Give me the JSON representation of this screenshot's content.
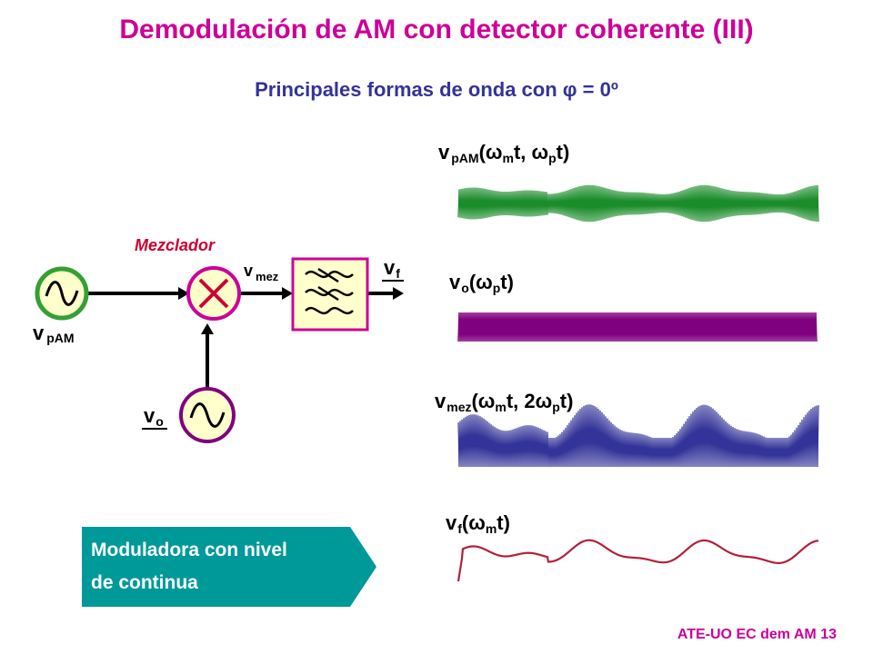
{
  "title": "Demodulación de AM con detector coherente (III)",
  "subtitle": {
    "prefix": "Principales formas de onda con ",
    "phi": "φ",
    "suffix": " = 0º"
  },
  "diagram": {
    "mixer_label": "Mezclador",
    "input_label": {
      "main": "v",
      "sub": "pAM"
    },
    "vmez_label": {
      "main": "v",
      "sub": "mez"
    },
    "vf_label": {
      "main": "v",
      "sub": "f"
    },
    "vo_label": {
      "main": "v",
      "sub": "o"
    }
  },
  "waveforms": [
    {
      "id": "vpam",
      "main": "v",
      "sub": "pAM",
      "args": "(ωmt, ωpt)",
      "color": "#1a8c2a"
    },
    {
      "id": "vo",
      "main": "v",
      "sub": "o",
      "args": "(ωpt)",
      "color": "#800080"
    },
    {
      "id": "vmez",
      "main": "v",
      "sub": "mez",
      "args": "(ωmt, 2ωpt)",
      "color": "#333399"
    },
    {
      "id": "vf",
      "main": "v",
      "sub": "f",
      "args": "(ωmt)",
      "color": "#b3203a"
    }
  ],
  "callout": {
    "line1": "Moduladora con nivel",
    "line2": "de continua",
    "color": "#009999"
  },
  "footer": "ATE-UO EC dem AM 13",
  "colors": {
    "title": "#cc0099",
    "subtitle": "#333399",
    "wire": "#000000",
    "source_fill": "#ffffcc",
    "source_ring": "#800080",
    "source_ring_input": "#33a033",
    "filter_border": "#cc0099",
    "mixer_ring": "#cc0099",
    "mixer_x": "#cc0033"
  }
}
